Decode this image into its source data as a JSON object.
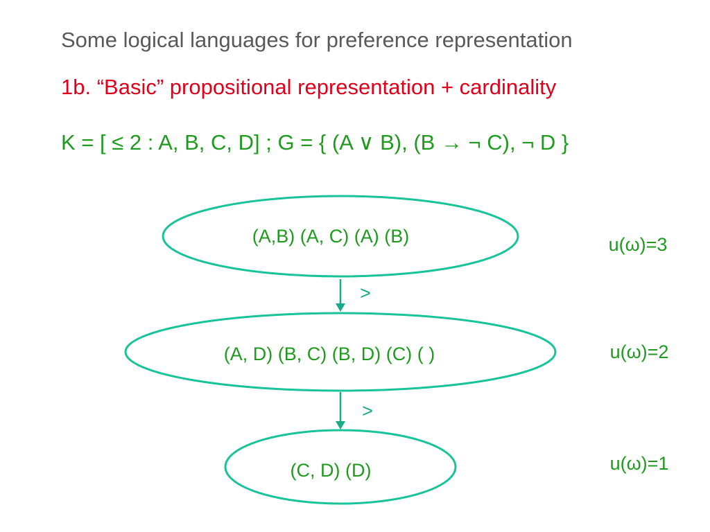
{
  "slide": {
    "title": "Some logical languages for preference representation",
    "subtitle": "1b. “Basic” propositional representation + cardinality",
    "formula": "K =  [ ≤ 2 : A, B, C, D]   ;   G = { (A ∨ B), (B → ¬ C),  ¬ D }"
  },
  "levels": [
    {
      "text": "(A,B)   (A, C)    (A)    (B)",
      "utility": "u(ω)=3"
    },
    {
      "text": "(A, D)   (B, C)   (B, D)   (C)  ( )",
      "utility": "u(ω)=2"
    },
    {
      "text": "(C, D)   (D)",
      "utility": "u(ω)=1"
    }
  ],
  "relations": [
    {
      "symbol": ">"
    },
    {
      "symbol": ">"
    }
  ],
  "colors": {
    "title": "#595959",
    "subtitle": "#e0001b",
    "formula": "#1e9a1e",
    "ellipse": "#19c39a"
  }
}
